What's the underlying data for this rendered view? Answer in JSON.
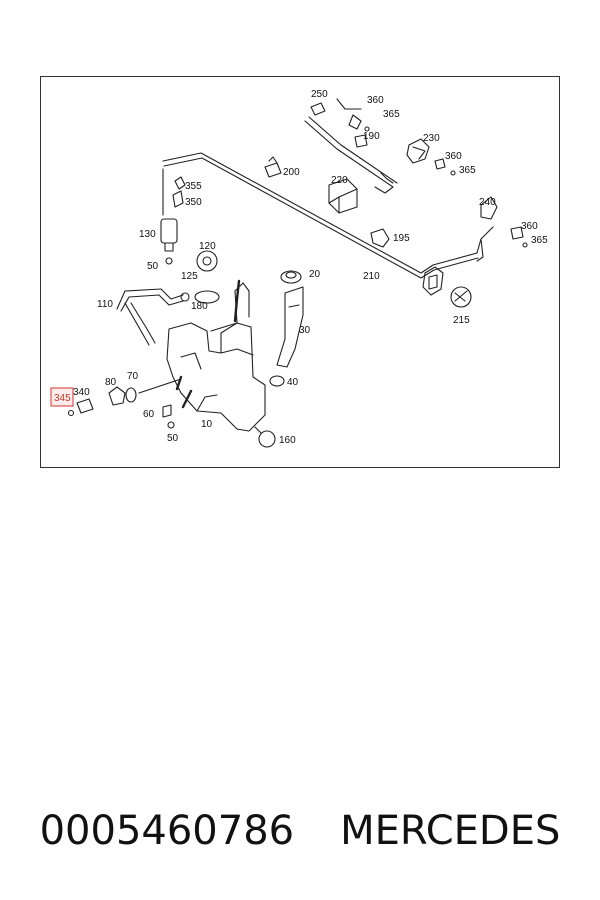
{
  "diagram": {
    "highlighted_part": "345",
    "parts": [
      "250",
      "360",
      "365",
      "190",
      "230",
      "360",
      "365",
      "200",
      "220",
      "355",
      "350",
      "240",
      "360",
      "365",
      "130",
      "120",
      "195",
      "50",
      "125",
      "20",
      "210",
      "110",
      "180",
      "215",
      "30",
      "40",
      "345",
      "340",
      "80",
      "70",
      "60",
      "10",
      "50",
      "160"
    ]
  },
  "caption": {
    "part_number": "0005460786",
    "brand": "MERCEDES"
  }
}
